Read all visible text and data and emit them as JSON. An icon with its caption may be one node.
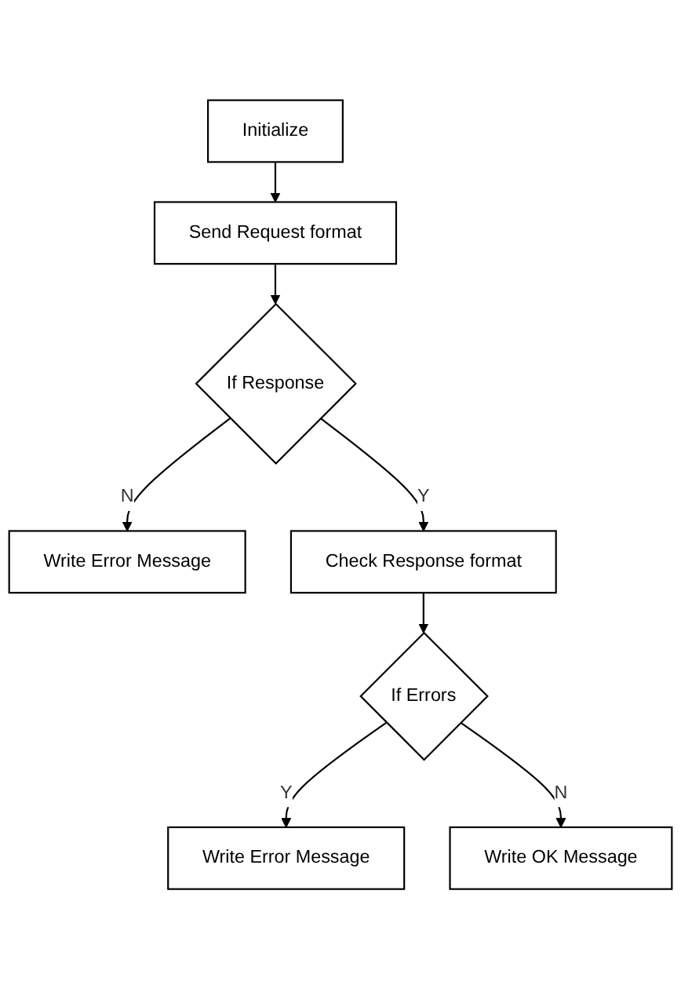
{
  "diagram": {
    "nodes": [
      {
        "text": [
          "Initialize"
        ]
      },
      {
        "text": [
          "Send Request format"
        ]
      },
      {
        "text": [
          "If Response"
        ]
      },
      {
        "text": [
          "Write Error Message"
        ]
      },
      {
        "text": [
          "Check Response format"
        ]
      },
      {
        "text": [
          "If Errors"
        ]
      },
      {
        "text": [
          "Write Error Message"
        ]
      },
      {
        "text": [
          "Write OK Message"
        ]
      }
    ],
    "edges": [
      {
        "from": 0,
        "to": 1,
        "arrow": "to"
      },
      {
        "from": 1,
        "to": 2,
        "arrow": "to"
      },
      {
        "from": 2,
        "to": 3,
        "arrow": "to",
        "label": "N"
      },
      {
        "from": 2,
        "to": 4,
        "arrow": "to",
        "label": "Y"
      },
      {
        "from": 4,
        "to": 5,
        "arrow": "to"
      },
      {
        "from": 5,
        "to": 6,
        "arrow": "to",
        "label": "Y"
      },
      {
        "from": 5,
        "to": 7,
        "arrow": "to",
        "label": "N"
      }
    ]
  }
}
